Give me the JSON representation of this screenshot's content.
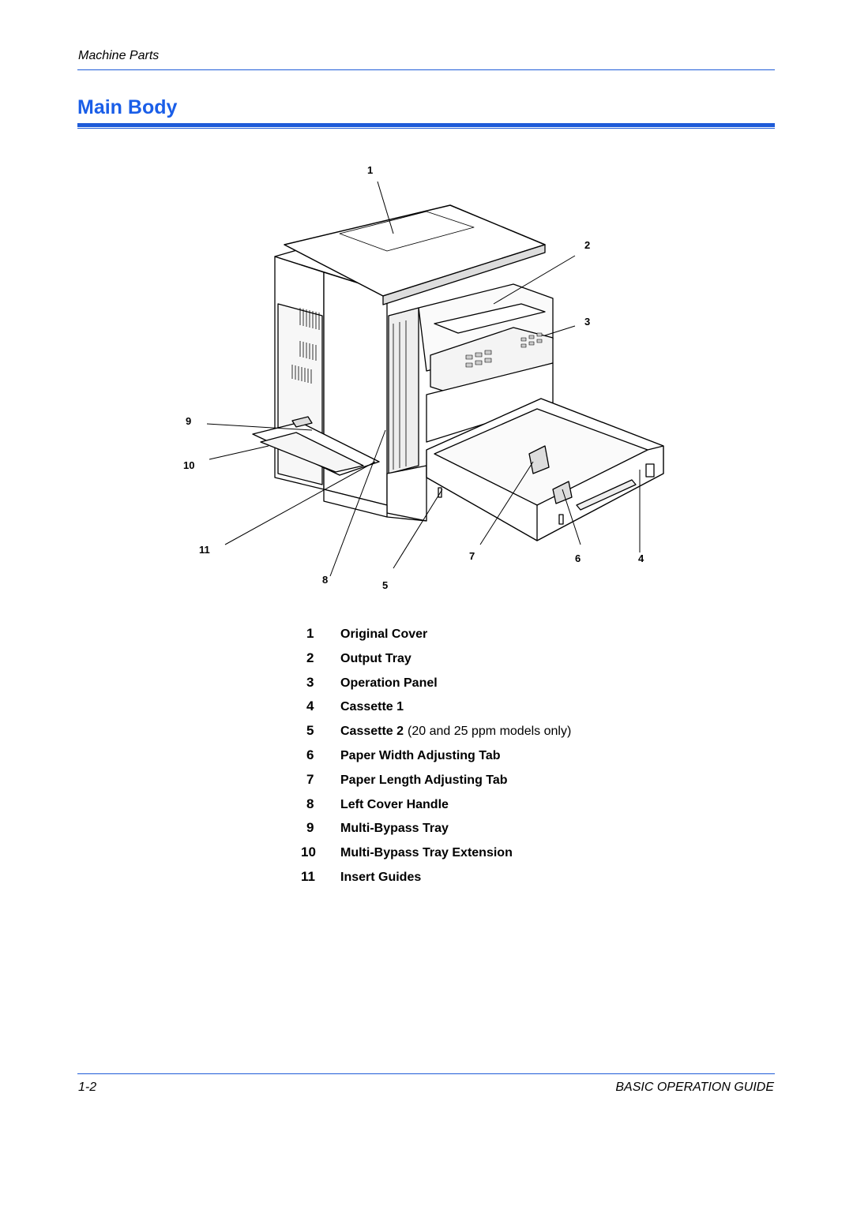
{
  "header": {
    "section": "Machine Parts"
  },
  "title": "Main Body",
  "figure": {
    "callouts": [
      "1",
      "2",
      "3",
      "4",
      "5",
      "6",
      "7",
      "8",
      "9",
      "10",
      "11"
    ]
  },
  "legend": [
    {
      "num": "1",
      "label": "Original Cover",
      "note": ""
    },
    {
      "num": "2",
      "label": "Output Tray",
      "note": ""
    },
    {
      "num": "3",
      "label": "Operation Panel",
      "note": ""
    },
    {
      "num": "4",
      "label": "Cassette 1",
      "note": ""
    },
    {
      "num": "5",
      "label": "Cassette 2",
      "note": "(20 and 25 ppm models only)"
    },
    {
      "num": "6",
      "label": "Paper Width Adjusting Tab",
      "note": ""
    },
    {
      "num": "7",
      "label": "Paper Length Adjusting Tab",
      "note": ""
    },
    {
      "num": "8",
      "label": "Left Cover Handle",
      "note": ""
    },
    {
      "num": "9",
      "label": "Multi-Bypass Tray",
      "note": ""
    },
    {
      "num": "10",
      "label": "Multi-Bypass Tray Extension",
      "note": ""
    },
    {
      "num": "11",
      "label": "Insert Guides",
      "note": ""
    }
  ],
  "footer": {
    "page": "1-2",
    "guide": "BASIC OPERATION GUIDE"
  },
  "colors": {
    "accent": "#1a5ee8",
    "rule": "#1e5bd8"
  }
}
